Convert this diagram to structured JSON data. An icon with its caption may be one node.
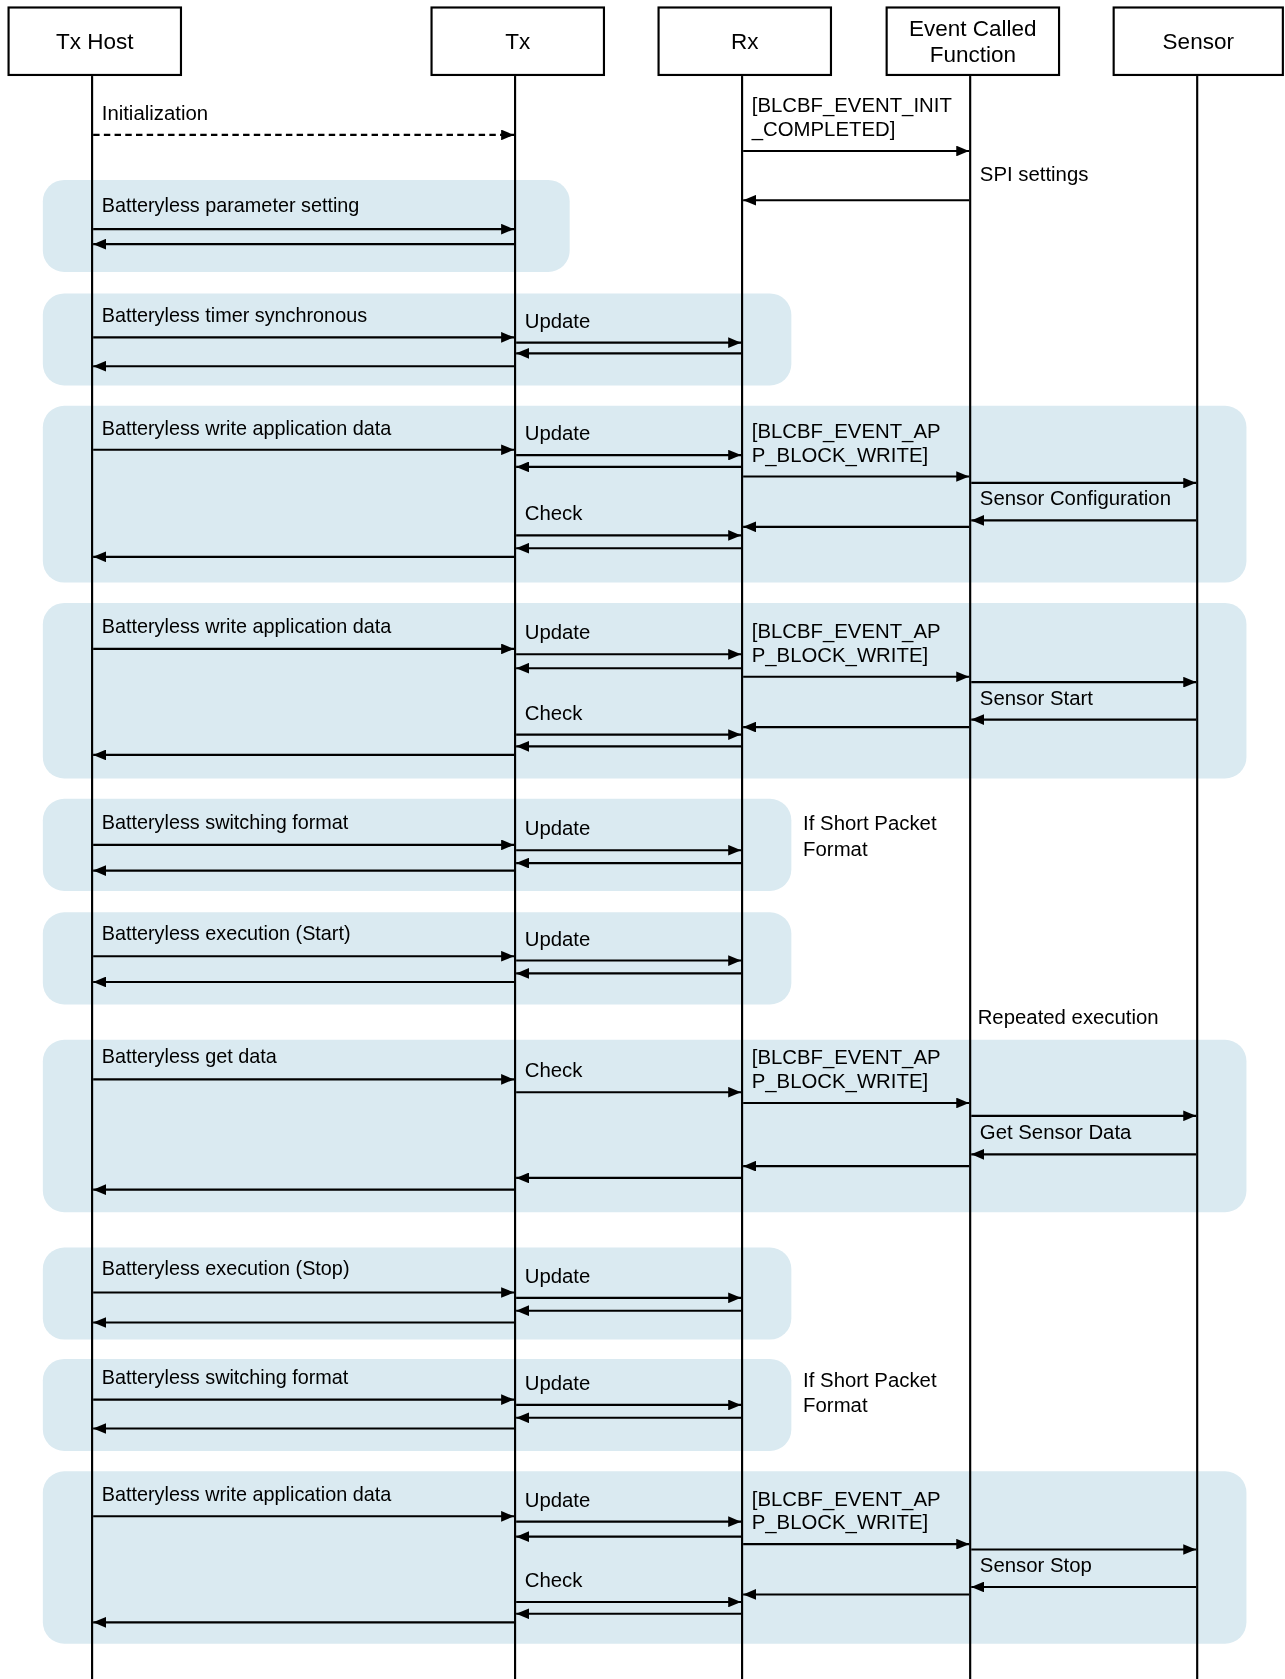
{
  "diagram": {
    "nodes": [
      {
        "text": [
          "Tx Host"
        ]
      },
      {
        "text": [
          "Tx"
        ]
      },
      {
        "text": [
          "Rx"
        ]
      },
      {
        "text": [
          "Event Called Function"
        ]
      },
      {
        "text": [
          "Sensor"
        ]
      }
    ],
    "edges": [
      {
        "from": 0,
        "to": 1,
        "arrow": "to",
        "label": "Initialization",
        "style": "dashed"
      },
      {
        "from": 2,
        "to": 3,
        "arrow": "to",
        "label": "[BLCBF_EVENT_INIT _COMPLETED]"
      },
      {
        "from": 3,
        "to": 2,
        "arrow": "to",
        "label": "SPI settings"
      },
      {
        "from": 0,
        "to": 1,
        "arrow": "to"
      },
      {
        "from": 1,
        "to": 0,
        "arrow": "to"
      },
      {
        "from": 0,
        "to": 1,
        "arrow": "to"
      },
      {
        "from": 1,
        "to": 2,
        "arrow": "to",
        "label": "Update"
      },
      {
        "from": 2,
        "to": 1,
        "arrow": "to"
      },
      {
        "from": 1,
        "to": 0,
        "arrow": "to"
      },
      {
        "from": 0,
        "to": 1,
        "arrow": "to"
      },
      {
        "from": 1,
        "to": 2,
        "arrow": "to",
        "label": "Update"
      },
      {
        "from": 2,
        "to": 1,
        "arrow": "to"
      },
      {
        "from": 2,
        "to": 3,
        "arrow": "to",
        "label": "[BLCBF_EVENT_AP P_BLOCK_WRITE]"
      },
      {
        "from": 3,
        "to": 4,
        "arrow": "to"
      },
      {
        "from": 4,
        "to": 3,
        "arrow": "to",
        "label": "Sensor Configuration"
      },
      {
        "from": 3,
        "to": 2,
        "arrow": "to"
      },
      {
        "from": 1,
        "to": 2,
        "arrow": "to",
        "label": "Check"
      },
      {
        "from": 2,
        "to": 1,
        "arrow": "to"
      },
      {
        "from": 1,
        "to": 0,
        "arrow": "to"
      },
      {
        "from": 0,
        "to": 1,
        "arrow": "to"
      },
      {
        "from": 1,
        "to": 2,
        "arrow": "to",
        "label": "Update"
      },
      {
        "from": 2,
        "to": 1,
        "arrow": "to"
      },
      {
        "from": 2,
        "to": 3,
        "arrow": "to",
        "label": "[BLCBF_EVENT_AP P_BLOCK_WRITE]"
      },
      {
        "from": 3,
        "to": 4,
        "arrow": "to"
      },
      {
        "from": 4,
        "to": 3,
        "arrow": "to",
        "label": "Sensor Start"
      },
      {
        "from": 3,
        "to": 2,
        "arrow": "to"
      },
      {
        "from": 1,
        "to": 2,
        "arrow": "to",
        "label": "Check"
      },
      {
        "from": 2,
        "to": 1,
        "arrow": "to"
      },
      {
        "from": 1,
        "to": 0,
        "arrow": "to"
      },
      {
        "from": 0,
        "to": 1,
        "arrow": "to"
      },
      {
        "from": 1,
        "to": 2,
        "arrow": "to",
        "label": "Update"
      },
      {
        "from": 2,
        "to": 1,
        "arrow": "to"
      },
      {
        "from": 1,
        "to": 0,
        "arrow": "to"
      },
      {
        "from": 0,
        "to": 1,
        "arrow": "to"
      },
      {
        "from": 1,
        "to": 2,
        "arrow": "to",
        "label": "Update"
      },
      {
        "from": 2,
        "to": 1,
        "arrow": "to"
      },
      {
        "from": 1,
        "to": 0,
        "arrow": "to"
      },
      {
        "from": 0,
        "to": 1,
        "arrow": "to"
      },
      {
        "from": 1,
        "to": 2,
        "arrow": "to",
        "label": "Check"
      },
      {
        "from": 2,
        "to": 3,
        "arrow": "to",
        "label": "[BLCBF_EVENT_AP P_BLOCK_WRITE]"
      },
      {
        "from": 3,
        "to": 4,
        "arrow": "to"
      },
      {
        "from": 4,
        "to": 3,
        "arrow": "to",
        "label": "Get Sensor Data"
      },
      {
        "from": 3,
        "to": 2,
        "arrow": "to"
      },
      {
        "from": 2,
        "to": 1,
        "arrow": "to"
      },
      {
        "from": 1,
        "to": 0,
        "arrow": "to"
      },
      {
        "from": 0,
        "to": 1,
        "arrow": "to"
      },
      {
        "from": 1,
        "to": 2,
        "arrow": "to",
        "label": "Update"
      },
      {
        "from": 2,
        "to": 1,
        "arrow": "to"
      },
      {
        "from": 1,
        "to": 0,
        "arrow": "to"
      },
      {
        "from": 0,
        "to": 1,
        "arrow": "to"
      },
      {
        "from": 1,
        "to": 2,
        "arrow": "to",
        "label": "Update"
      },
      {
        "from": 2,
        "to": 1,
        "arrow": "to"
      },
      {
        "from": 1,
        "to": 0,
        "arrow": "to"
      },
      {
        "from": 0,
        "to": 1,
        "arrow": "to"
      },
      {
        "from": 1,
        "to": 2,
        "arrow": "to",
        "label": "Update"
      },
      {
        "from": 2,
        "to": 1,
        "arrow": "to"
      },
      {
        "from": 2,
        "to": 3,
        "arrow": "to",
        "label": "[BLCBF_EVENT_AP P_BLOCK_WRITE]"
      },
      {
        "from": 3,
        "to": 4,
        "arrow": "to"
      },
      {
        "from": 4,
        "to": 3,
        "arrow": "to",
        "label": "Sensor Stop"
      },
      {
        "from": 3,
        "to": 2,
        "arrow": "to"
      },
      {
        "from": 1,
        "to": 2,
        "arrow": "to",
        "label": "Check"
      },
      {
        "from": 2,
        "to": 1,
        "arrow": "to"
      },
      {
        "from": 1,
        "to": 0,
        "arrow": "to"
      }
    ],
    "labels": [
      "Batteryless parameter setting",
      "Batteryless timer synchronous",
      "Batteryless write application data",
      "Batteryless write application data",
      "Batteryless switching format",
      "If Short Packet Format",
      "Batteryless execution (Start)",
      "Repeated execution",
      "Batteryless get data",
      "Batteryless execution (Stop)",
      "Batteryless switching format",
      "If Short Packet Format",
      "Batteryless write application data"
    ]
  }
}
